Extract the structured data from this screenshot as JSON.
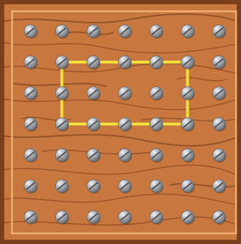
{
  "geoboard": {
    "rows": 7,
    "cols": 7,
    "board_color": "#c8773e",
    "board_edge_color": "#7a3f1c",
    "inner_border_color": "#f0b070",
    "grain_color": "#6b3412",
    "peg_color": "#a9adb2",
    "peg_highlight": "#e6e9ec",
    "peg_slot_color": "#4a4e54",
    "band": {
      "color": "#f2e23a",
      "shape": "rectangle",
      "from_peg": {
        "col": 2,
        "row": 2
      },
      "to_peg": {
        "col": 6,
        "row": 4
      },
      "width_units": 4,
      "height_units": 2
    }
  }
}
